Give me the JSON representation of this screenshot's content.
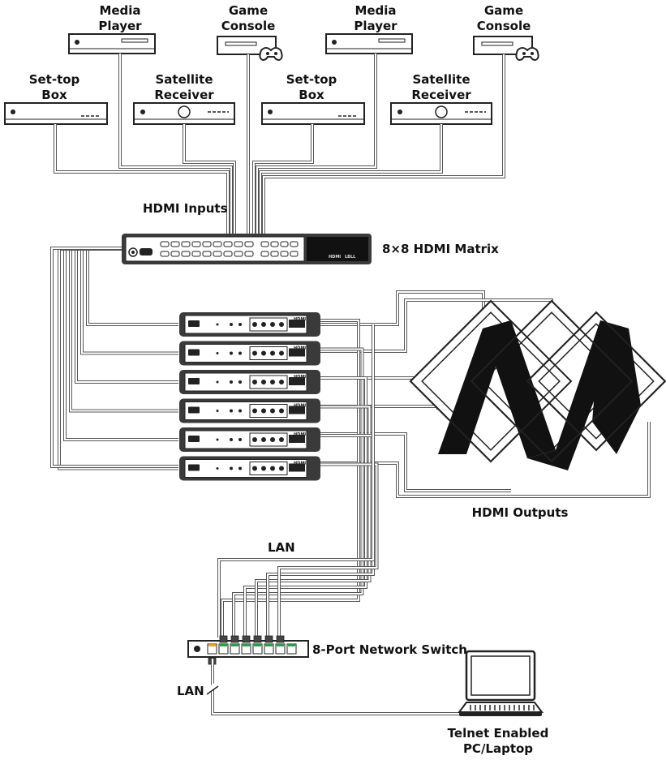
{
  "sources": {
    "row_top": [
      {
        "line1": "Media",
        "line2": "Player"
      },
      {
        "line1": "Game",
        "line2": "Console"
      },
      {
        "line1": "Media",
        "line2": "Player"
      },
      {
        "line1": "Game",
        "line2": "Console"
      }
    ],
    "row_mid": [
      {
        "line1": "Set-top",
        "line2": "Box"
      },
      {
        "line1": "Satellite",
        "line2": "Receiver"
      },
      {
        "line1": "Set-top",
        "line2": "Box"
      },
      {
        "line1": "Satellite",
        "line2": "Receiver"
      }
    ]
  },
  "labels": {
    "hdmi_inputs": "HDMI Inputs",
    "matrix": "8×8 HDMI Matrix",
    "hdmi_outputs": "HDMI Outputs",
    "lan_top": "LAN",
    "switch": "8-Port Network Switch",
    "lan_bottom": "LAN",
    "pc_line1": "Telnet Enabled",
    "pc_line2": "PC/Laptop"
  },
  "device_text": {
    "hdmi_logo": "HDMI",
    "matrix_mark": "LBLL"
  },
  "receiver_count": 6,
  "switch_ports": 8,
  "colors": {
    "device_fill": "#ffffff",
    "device_stroke": "#222222",
    "matrix_panel": "#3a3a3a",
    "cable": "#555555",
    "port_led": "#f0a020"
  }
}
